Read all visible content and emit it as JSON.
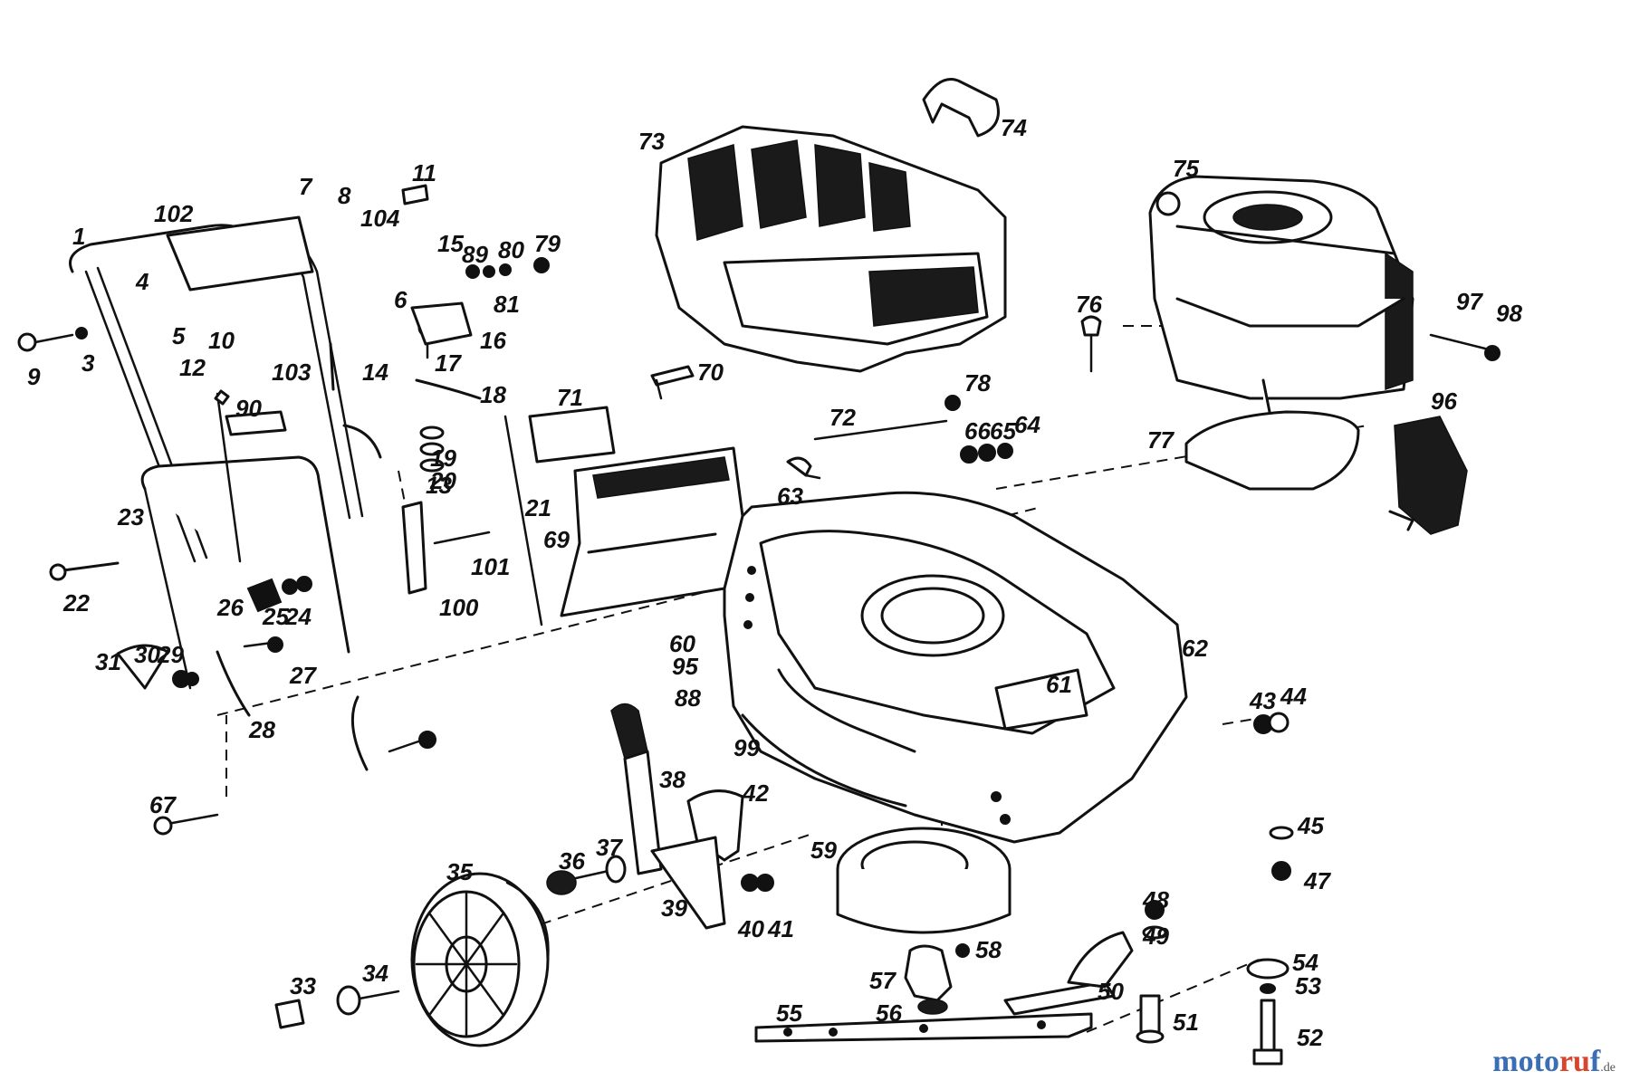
{
  "labels": [
    "1",
    "102",
    "7",
    "8",
    "104",
    "11",
    "15",
    "89",
    "80",
    "79",
    "81",
    "4",
    "5",
    "10",
    "103",
    "3",
    "9",
    "12",
    "6",
    "16",
    "17",
    "18",
    "14",
    "19",
    "20",
    "13",
    "21",
    "90",
    "23",
    "22",
    "26",
    "25",
    "24",
    "27",
    "30",
    "29",
    "31",
    "28",
    "67",
    "100",
    "101",
    "73",
    "74",
    "75",
    "76",
    "97",
    "98",
    "71",
    "70",
    "72",
    "78",
    "66",
    "65",
    "64",
    "77",
    "96",
    "63",
    "69",
    "60",
    "95",
    "88",
    "62",
    "61",
    "99",
    "43",
    "44",
    "38",
    "42",
    "36",
    "37",
    "39",
    "40",
    "41",
    "35",
    "59",
    "45",
    "47",
    "48",
    "49",
    "58",
    "57",
    "56",
    "50",
    "51",
    "54",
    "53",
    "52",
    "55",
    "33",
    "34"
  ],
  "watermark": {
    "part1": "moto",
    "part2": "ru",
    "part3": "f",
    "suffix": ".de"
  }
}
